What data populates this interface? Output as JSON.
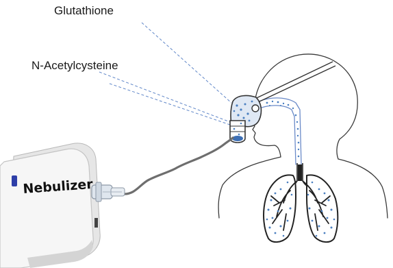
{
  "labels": {
    "glutathione": "Glutathione",
    "nac": "N-Acetylcysteine",
    "device": "Nebulizer"
  },
  "colors": {
    "outline": "#3a3a3a",
    "particles": "#4a7fc0",
    "callout_line": "#5f86c8",
    "tube": "#6e6e6e",
    "nebulizer_body": "#f3f3f3"
  },
  "icons": [
    "head-silhouette",
    "lungs",
    "nebulizer-device",
    "breathing-mask",
    "tubing"
  ]
}
